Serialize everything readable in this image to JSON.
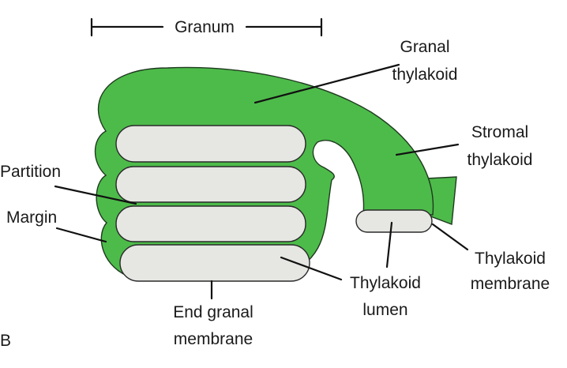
{
  "colors": {
    "thylakoid_green": "#4dbb4a",
    "lumen_fill": "#e6e6e3",
    "outline": "#1e3a1e",
    "text": "#1a1a1a"
  },
  "labels": {
    "granum": "Granum",
    "granal_thylakoid_line1": "Granal",
    "granal_thylakoid_line2": "thylakoid",
    "stromal_thylakoid_line1": "Stromal",
    "stromal_thylakoid_line2": "thylakoid",
    "partition": "Partition",
    "margin": "Margin",
    "thylakoid_membrane_line1": "Thylakoid",
    "thylakoid_membrane_line2": "membrane",
    "thylakoid_lumen_line1": "Thylakoid",
    "thylakoid_lumen_line2": "lumen",
    "end_granal_membrane_line1": "End granal",
    "end_granal_membrane_line2": "membrane",
    "panel_letter": "B"
  }
}
